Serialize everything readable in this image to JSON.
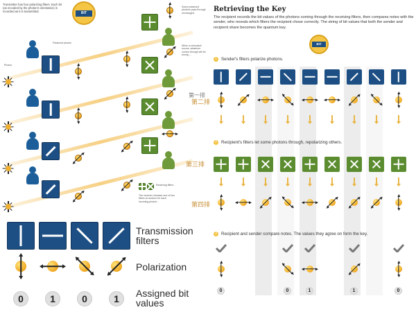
{
  "left_panel": {
    "intro_text": "Transmitter has four polarizing filters. Each bit (as encoded by the photon's orientation) is recorded as it is transmitted.",
    "photon_label": "Photon",
    "polarized_photon_label": "Polarized photon",
    "receiving_pass_text": "Some polarized photons pass through unchanged.",
    "receiving_mismatch_text": "When a mismatch occurs, whatever comes through will be wrong …",
    "receiving_filters_label": "Receiving filters",
    "receiver_note": "The receiver chooses one of two filters at random for each incoming photon.",
    "badge_text": "BIT",
    "legend": {
      "transmission_label": "Transmission filters",
      "polarization_label": "Polarization",
      "assigned_label": "Assigned bit values",
      "filter_orientations": [
        "vertical",
        "horizontal",
        "diagonal-down",
        "diagonal-up"
      ],
      "bits": [
        "0",
        "1",
        "0",
        "1"
      ]
    }
  },
  "right_panel": {
    "title": "Retrieving the Key",
    "intro": "The recipient records the bit values of the photons coming through the receiving filters, then compares notes with the sender, who reveals which filters the recipient chose correctly. The string of bit values that both the sender and recipient share becomes the quantum key.",
    "badge_text": "BIT",
    "steps": [
      {
        "num": "1",
        "text": "Sender's filters polarize photons."
      },
      {
        "num": "2",
        "text": "Recipient's filters let some photons through, repolarizing others."
      },
      {
        "num": "3",
        "text": "Recipient and sender compare notes. The values they agree on form the key."
      }
    ],
    "row_labels": {
      "row1": "第一排",
      "row2": "第二排",
      "row3": "第三排",
      "row4": "第四排"
    },
    "sender_filters": [
      "vertical",
      "diagonal-up",
      "horizontal",
      "diagonal-down",
      "horizontal",
      "horizontal",
      "diagonal-up",
      "diagonal-down",
      "vertical"
    ],
    "receiver_filters": [
      "plus",
      "plus",
      "cross",
      "cross",
      "plus",
      "cross",
      "cross",
      "cross",
      "plus"
    ],
    "agreement": [
      true,
      false,
      false,
      true,
      true,
      false,
      true,
      false,
      true
    ],
    "key_bits": [
      "0",
      "",
      "",
      "0",
      "1",
      "",
      "1",
      "",
      "0"
    ]
  },
  "colors": {
    "filter_blue": "#1d4f84",
    "receiver_green": "#5b8c2f",
    "photon_gold": "#f0a720",
    "row_label_brown": "#c8923a"
  }
}
